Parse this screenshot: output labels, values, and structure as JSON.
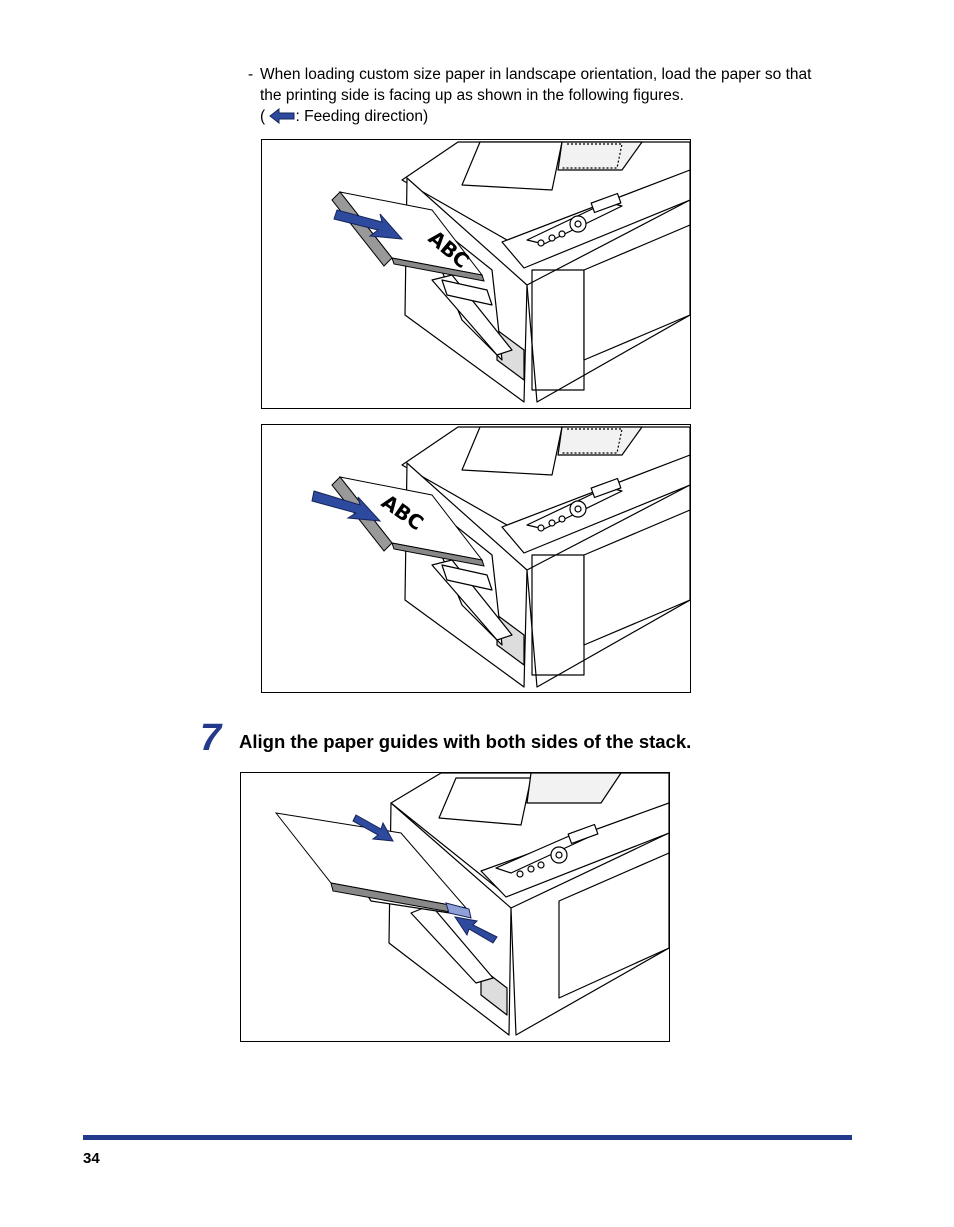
{
  "note": {
    "bullet": "-",
    "line1": "When loading custom size paper in landscape orientation, load the paper so that",
    "line2": "the printing side is facing up as shown in the following figures.",
    "line3_open": "(",
    "line3_rest": ": Feeding direction)",
    "arrow_icon": "feeding-direction-arrow-icon"
  },
  "figures": {
    "fig1_paper_text": "ABC",
    "fig2_paper_text": "ABC"
  },
  "step": {
    "number": "7",
    "text": "Align the paper guides with both sides of the stack."
  },
  "footer": {
    "page_number": "34"
  },
  "colors": {
    "accent": "#233a8c",
    "arrow_fill": "#2e4a9e"
  }
}
